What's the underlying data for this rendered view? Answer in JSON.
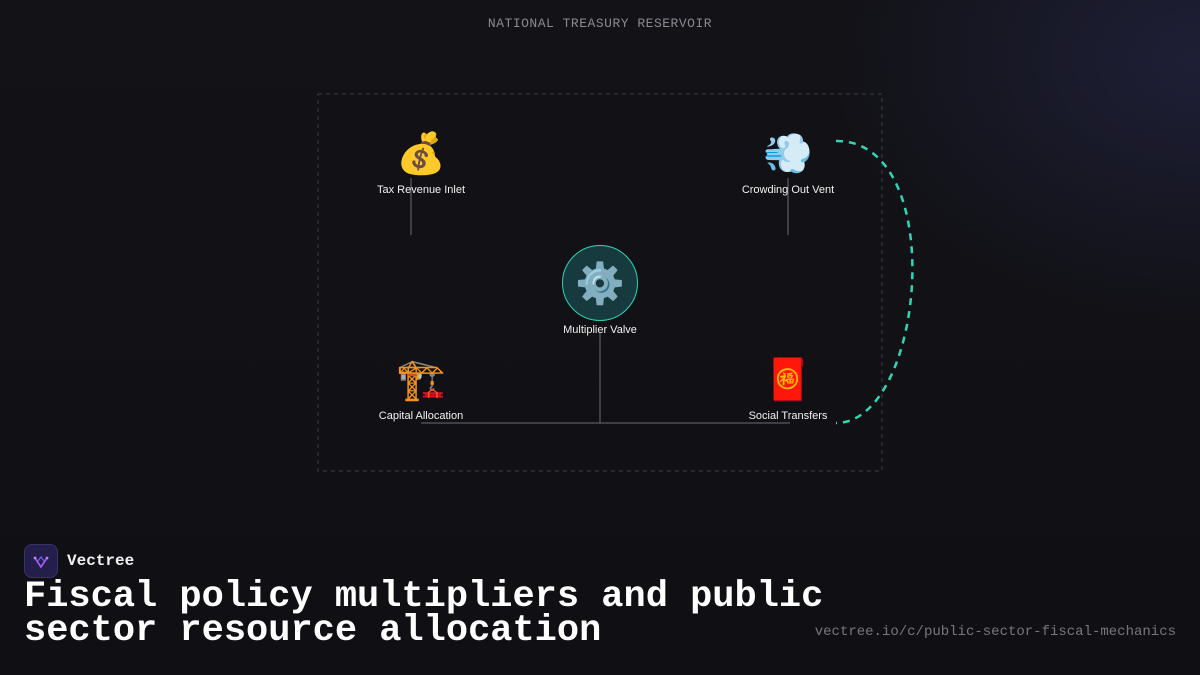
{
  "diagram": {
    "title": "NATIONAL TREASURY RESERVOIR",
    "nodes": {
      "tax_revenue": {
        "icon": "money-bag",
        "emoji": "💰",
        "label": "Tax Revenue Inlet"
      },
      "crowding_out": {
        "icon": "dashing-away",
        "emoji": "💨",
        "label": "Crowding Out Vent"
      },
      "multiplier": {
        "icon": "gear",
        "emoji": "⚙️",
        "label": "Multiplier Valve"
      },
      "capital": {
        "icon": "crane",
        "emoji": "🏗️",
        "label": "Capital Allocation"
      },
      "social": {
        "icon": "red-envelope",
        "emoji": "🧧",
        "label": "Social Transfers"
      }
    },
    "colors": {
      "accent": "#2fd5b5",
      "connector": "#6b6b72",
      "frame": "#3c3c44"
    }
  },
  "footer": {
    "brand": "Vectree",
    "headline": "Fiscal policy multipliers and public sector resource allocation",
    "url": "vectree.io/c/public-sector-fiscal-mechanics"
  }
}
